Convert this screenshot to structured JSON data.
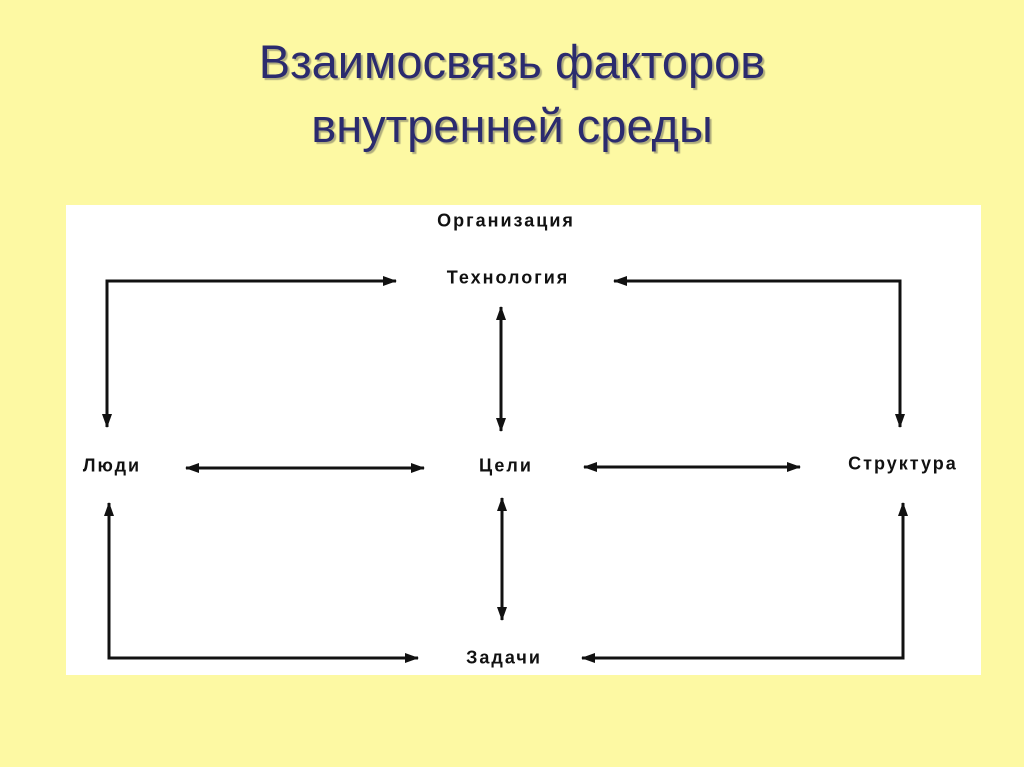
{
  "slide": {
    "title_line1": "Взаимосвязь факторов",
    "title_line2": "внутренней среды"
  },
  "diagram": {
    "header": "Организация",
    "nodes": {
      "technology": "Технология",
      "people": "Люди",
      "goals": "Цели",
      "structure": "Структура",
      "tasks": "Задачи"
    },
    "edges": [
      {
        "from": "people",
        "to": "technology",
        "arrows": "both"
      },
      {
        "from": "structure",
        "to": "technology",
        "arrows": "both"
      },
      {
        "from": "technology",
        "to": "goals",
        "arrows": "both"
      },
      {
        "from": "people",
        "to": "goals",
        "arrows": "both"
      },
      {
        "from": "goals",
        "to": "structure",
        "arrows": "both"
      },
      {
        "from": "goals",
        "to": "tasks",
        "arrows": "both"
      },
      {
        "from": "people",
        "to": "tasks",
        "arrows": "both"
      },
      {
        "from": "structure",
        "to": "tasks",
        "arrows": "both"
      }
    ],
    "colors": {
      "background": "#FDF9A3",
      "panel": "#FFFFFF",
      "title": "#2B2B6E",
      "ink": "#111111"
    }
  }
}
